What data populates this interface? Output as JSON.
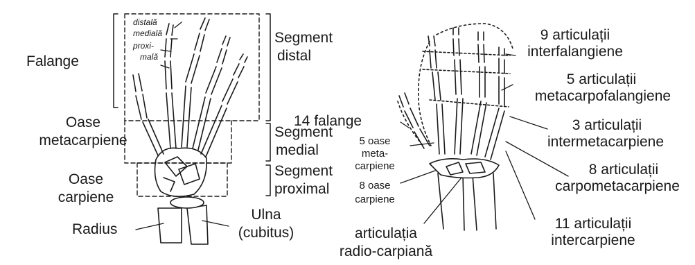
{
  "left": {
    "phalanx_parts": [
      "distală",
      "medială",
      "proxi-",
      "mală"
    ],
    "falange": "Falange",
    "oase_metacarpiene": [
      "Oase",
      "metacarpiene"
    ],
    "oase_carpiene": [
      "Oase",
      "carpiene"
    ],
    "radius": "Radius",
    "ulna": [
      "Ulna",
      "(cubitus)"
    ],
    "segment_distal": [
      "Segment",
      "distal"
    ],
    "segment_medial": [
      "Segment",
      "medial"
    ],
    "segment_proximal": [
      "Segment",
      "proximal"
    ]
  },
  "right": {
    "falange_14": "14 falange",
    "oase_meta": [
      "5 oase",
      "meta-",
      "carpiene"
    ],
    "oase_carp": [
      "8 oase",
      "carpiene"
    ],
    "radio_carpiana": [
      "articulația",
      "radio-carpiană"
    ],
    "interfalangiene": [
      "9 articulații",
      "interfalangiene"
    ],
    "metacarpofalangiene": [
      "5 articulații",
      "metacarpofalangiene"
    ],
    "intermetacarpiene": [
      "3 articulații",
      "intermetacarpiene"
    ],
    "carpometacarpiene": [
      "8 articulații",
      "carpometacarpiene"
    ],
    "intercarpiene": [
      "11 articulații",
      "intercarpiene"
    ]
  },
  "colors": {
    "ink": "#1a1a1a",
    "bone_fill": "#ffffff"
  }
}
